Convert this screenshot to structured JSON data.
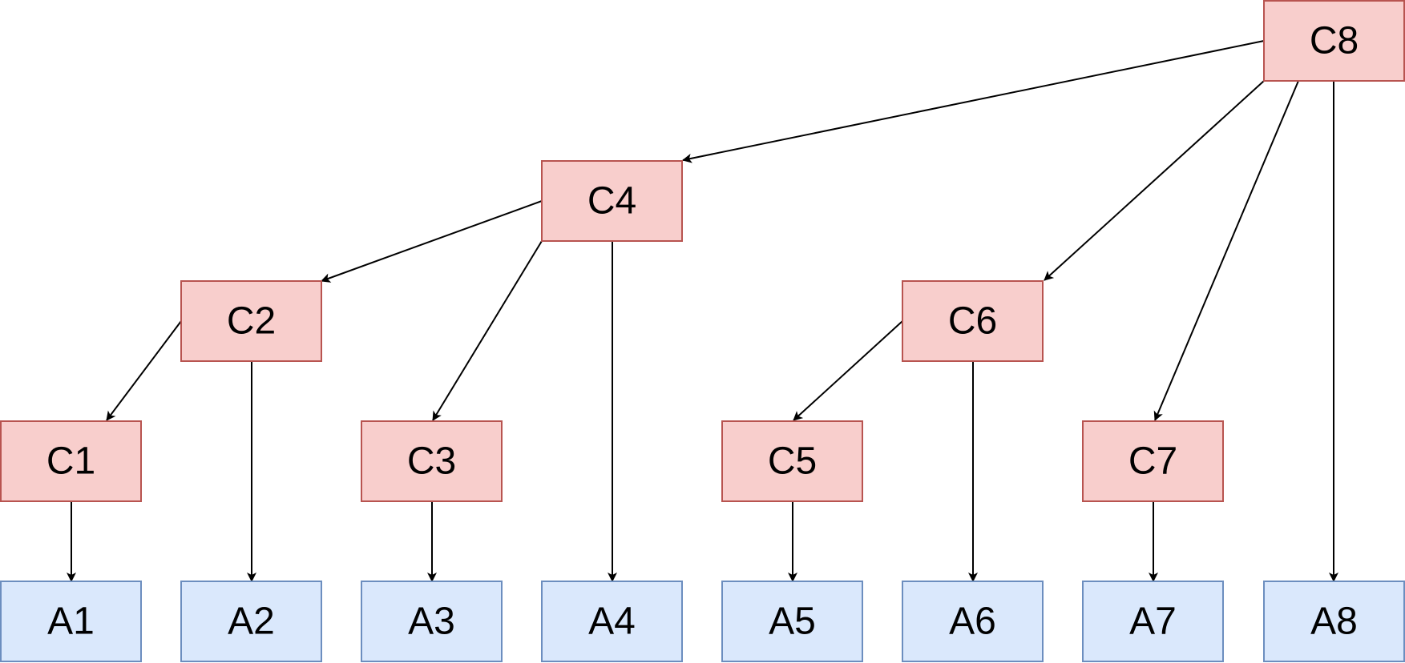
{
  "nodes": {
    "C8": "C8",
    "C4": "C4",
    "C2": "C2",
    "C6": "C6",
    "C1": "C1",
    "C3": "C3",
    "C5": "C5",
    "C7": "C7",
    "A1": "A1",
    "A2": "A2",
    "A3": "A3",
    "A4": "A4",
    "A5": "A5",
    "A6": "A6",
    "A7": "A7",
    "A8": "A8"
  },
  "edges": [
    [
      "C8",
      "C4"
    ],
    [
      "C8",
      "C6"
    ],
    [
      "C8",
      "C7"
    ],
    [
      "C8",
      "A8"
    ],
    [
      "C4",
      "C2"
    ],
    [
      "C4",
      "C3"
    ],
    [
      "C4",
      "A4"
    ],
    [
      "C2",
      "C1"
    ],
    [
      "C2",
      "A2"
    ],
    [
      "C6",
      "C5"
    ],
    [
      "C6",
      "A6"
    ],
    [
      "C1",
      "A1"
    ],
    [
      "C3",
      "A3"
    ],
    [
      "C5",
      "A5"
    ],
    [
      "C7",
      "A7"
    ]
  ],
  "colors": {
    "c_fill": "#f8cecc",
    "c_stroke": "#b85450",
    "a_fill": "#dae8fc",
    "a_stroke": "#6c8ebf",
    "edge": "#000000"
  }
}
